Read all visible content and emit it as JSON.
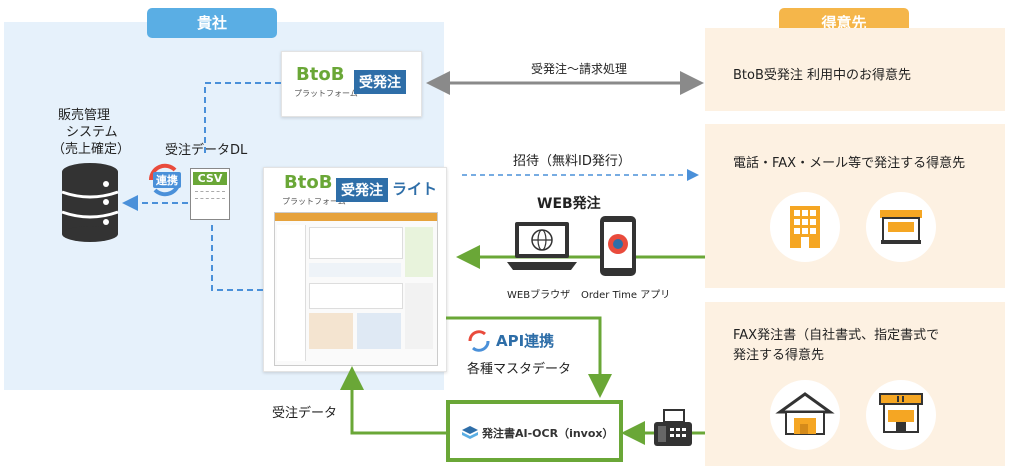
{
  "company": {
    "label": "貴社",
    "color": "#5aaee4",
    "panel_color": "#e6f1fb"
  },
  "customers": {
    "label": "得意先",
    "color": "#f5b64a",
    "panel_color": "#fdf1e2"
  },
  "sales_system": {
    "label_line1": "販売管理",
    "label_line2": "システム",
    "label_line3": "（売上確定）"
  },
  "csv": {
    "label": "受注データDL",
    "badge": "CSV",
    "sync_badge": "連携"
  },
  "btob_logo": {
    "btob": "BtoB",
    "sub": "プラットフォーム",
    "name": "受発注"
  },
  "btob_lite": {
    "btob": "BtoB",
    "sub": "プラットフォーム",
    "name": "受発注",
    "lite": "ライト"
  },
  "arrow_labels": {
    "order_billing": "受発注〜請求処理",
    "invite": "招待（無料ID発行）",
    "web_order": "WEB発注",
    "api": "API連携",
    "master": "各種マスタデータ",
    "order_data": "受注データ",
    "browser": "WEBブラウザ",
    "app": "Order Time アプリ"
  },
  "ocr": {
    "label": "発注書AI-OCR（invox）"
  },
  "customer_groups": [
    {
      "text_line1": "BtoB受発注 利用中のお得意先",
      "text_line2": ""
    },
    {
      "text_line1": "電話・FAX・メール等で発注する得意先",
      "text_line2": ""
    },
    {
      "text_line1": "FAX発注書（自社書式、指定書式で",
      "text_line2": "発注する得意先"
    }
  ],
  "colors": {
    "green": "#6aa737",
    "gray_arrow": "#8a8a8a",
    "blue_dash": "#4a90d9",
    "orange": "#f5a623"
  }
}
